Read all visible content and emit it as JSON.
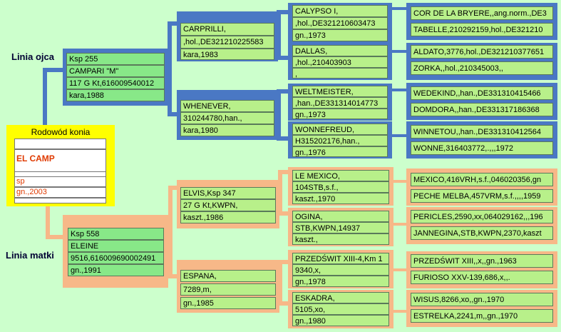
{
  "labels": {
    "paternal": "Linia ojca",
    "maternal": "Linia matki"
  },
  "card": {
    "title": "Rodowód konia",
    "row1": "",
    "name": "EL CAMP",
    "row3": "",
    "sex": "sp",
    "birth": "gn.,2003",
    "row6": ""
  },
  "paternal": {
    "sire": [
      "Ksp 255",
      "CAMPARI \"M\"",
      "117 G Kt,616009540012",
      "kara,1988"
    ],
    "gs1": [
      "CARPRILLI,",
      ",hol.,DE321210225583",
      "kara,1983"
    ],
    "gs2": [
      "WHENEVER,",
      "310244780,han.,",
      "kara,1980"
    ],
    "ggs1": [
      "CALYPSO I,",
      ",hol.,DE321210603473",
      "gn.,1973"
    ],
    "ggs2": [
      "DALLAS,",
      ",hol.,210403903",
      ","
    ],
    "ggs3": [
      "WELTMEISTER,",
      ",han.,DE331314014773",
      "gn.,1973"
    ],
    "ggs4": [
      "WONNEFREUD,",
      "H315202176,han.,",
      "gn.,1976"
    ],
    "g4": [
      "COR DE LA BRYERE,,ang.norm.,DE3",
      "TABELLE,210292159,hol.,DE321210",
      "ALDATO,3776,hol.,DE321210377651",
      "ZORKA,,hol.,210345003,,",
      "WEDEKIND,,han.,DE331310415466",
      "DOMDORA,,han.,DE331317186368",
      "WINNETOU,,han.,DE331310412564",
      "WONNE,316403772,.,,,1972"
    ]
  },
  "maternal": {
    "dam": [
      "Ksp 558",
      "ELEINE",
      "9516,616009690002491",
      "gn.,1991"
    ],
    "gs1": [
      "ELVIS,Ksp 347",
      "27 G Kt,KWPN,",
      "kaszt.,1986"
    ],
    "gs2": [
      "ESPANA,",
      "7289,m,",
      "gn.,1985"
    ],
    "ggs1": [
      "LE MEXICO,",
      "104STB,s.f.,",
      "kaszt.,1970"
    ],
    "ggs2": [
      "OGINA,",
      "STB,KWPN,14937",
      "kaszt.,"
    ],
    "ggs3": [
      "PRZEDŚWIT XIII-4,Km 1",
      "9340,x,",
      "gn.,1978"
    ],
    "ggs4": [
      "ESKADRA,",
      "5105,xo,",
      "gn.,1980"
    ],
    "g4": [
      "MEXICO,416VRH,s.f.,046020356,gn",
      "PECHE MELBA,457VRM,s.f.,,,,1959",
      "PERICLES,2590,xx,064029162,,,196",
      "JANNEGINA,STB,KWPN,2370,kaszt",
      "PRZEDŚWIT XIII,,x,,gn.,1963",
      "FURIOSO XXV-139,686,x,,.",
      "WISUS,8266,xo,,gn.,1970",
      "ESTRELKA,2241,m,,gn.,1970"
    ]
  }
}
